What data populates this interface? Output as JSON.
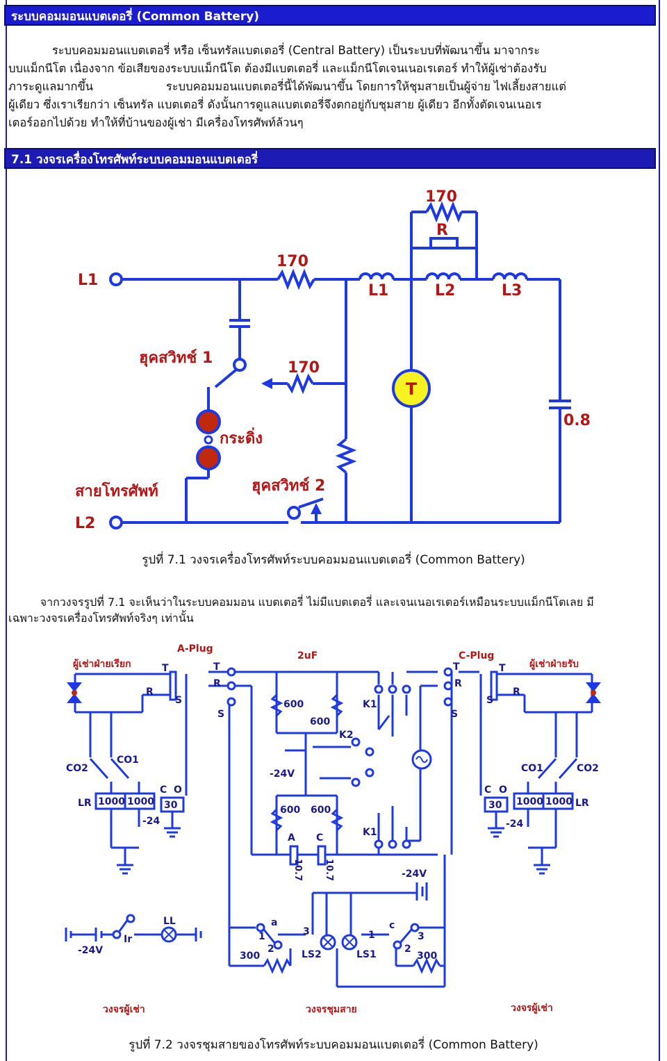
{
  "section1": {
    "heading": "ระบบคอมมอนแบตเตอรี่ (Common Battery)",
    "para_lines": [
      "            ระบบคอมมอนแบตเตอรี่ หรือ เซ็นทรัลแบตเตอรี่ (Central Battery) เป็นระบบที่พัฒนาขึ้น มาจากระ",
      "บบแม็กนีโต เนื่องจาก ข้อเสียของระบบแม็กนีโต ต้องมีแบตเตอรี่ และแม็กนีโตเจนเนอเรเตอร์ ทำให้ผู้เช่าต้องรับ",
      "ภาระดูแลมากขึ้น                    ระบบคอมมอนแบตเตอรี่นี้ได้พัฒนาขึ้น โดยการให้ชุมสายเป็นผู้จ่าย ไฟเลี้ยงสายแต่",
      "ผู้เดียว ซึ่งเราเรียกว่า เซ็นทรัล แบตเตอรี่ ดังนั้นการดูแลแบตเตอรี่จึงตกอยู่กับชุมสาย ผู้เดียว อีกทั้งตัดเจนเนอเร",
      "เตอร์ออกไปด้วย ทำให้ที่บ้านของผู้เช่า มีเครื่องโทรศัพท์ล้วนๆ"
    ]
  },
  "section2": {
    "heading": "7.1 วงจรเครื่องโทรศัพท์ระบบคอมมอนแบตเตอรี่"
  },
  "figure1": {
    "caption": "รูปที่ 7.1 วงจรเครื่องโทรศัพท์ระบบคอมมอนแบตเตอรี่ (Common Battery)",
    "labels": {
      "l1_term": "L1",
      "l2_term": "L2",
      "r170_top": "170",
      "r170_mid": "170",
      "r170_right": "170",
      "r_label": "R",
      "coil_l1": "L1",
      "coil_l2": "L2",
      "coil_l3": "L3",
      "t_label": "T",
      "cap_value": "0.8",
      "hook1": "ฮุคสวิทช์ 1",
      "bell": "กระดิ่ง",
      "phone_line": "สายโทรศัพท์",
      "hook2": "ฮุคสวิทช์ 2"
    },
    "colors": {
      "wire": "#1d39e6",
      "label": "#b41616",
      "bell": "#c0290c",
      "t_fill": "#f7f320"
    }
  },
  "para2_lines": [
    "         จากวงจรรูปที่ 7.1 จะเห็นว่าในระบบคอมมอน แบตเตอรี่ ไม่มีแบตเตอรี่ และเจนเนอเรเตอร์เหมือนระบบแม็กนีโตเลย มี",
    "เฉพาะวงจรเครื่องโทรศัพท์จริงๆ เท่านั้น"
  ],
  "figure2": {
    "caption": "รูปที่ 7.2 วงจรชุมสายของโทรศัพท์ระบบคอมมอนแบตเตอรี่ (Common Battery)",
    "labels": {
      "a_plug": "A-Plug",
      "c_plug": "C-Plug",
      "caller": "ผู้เช่าฝ่ายเรียก",
      "callee": "ผู้เช่าฝ่ายรับ",
      "cap2uf": "2uF",
      "r600a": "600",
      "r600b": "600",
      "r600c": "600",
      "r600d": "600",
      "k1": "K1",
      "k2": "K2",
      "k1b": "K1",
      "minus24": "-24V",
      "minus24b": "-24V",
      "minus24c": "-24V",
      "minus24_left": "-24",
      "minus24_right": "-24",
      "co1": "CO1",
      "co2": "CO2",
      "lr": "LR",
      "r1000": "1000",
      "r30": "30",
      "cap_a": "A",
      "cap_c": "C",
      "cap_val": "10.7",
      "ll": "LL",
      "ir": "Ir",
      "ls1": "LS1",
      "ls2": "LS2",
      "r300": "300",
      "t": "T",
      "r": "R",
      "s": "S",
      "c": "C",
      "o": "O",
      "n1": "1",
      "n2": "2",
      "n3": "3",
      "na": "a",
      "nc": "c",
      "subscriber_left": "วงจรผู้เช่า",
      "exchange": "วงจรชุมสาย",
      "subscriber_right": "วงจรผู้เช่า"
    },
    "colors": {
      "wire": "#1d39e6",
      "label": "#b41616",
      "dark": "#1a1a8c"
    }
  }
}
